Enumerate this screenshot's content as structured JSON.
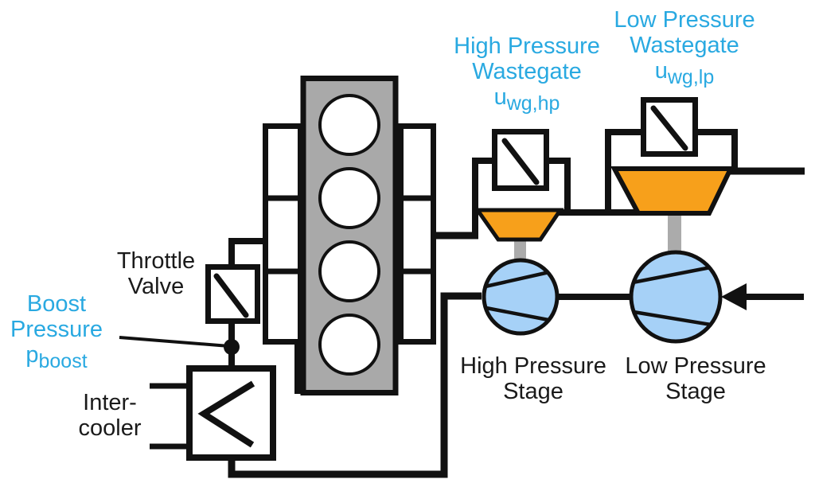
{
  "labels": {
    "throttle_valve": {
      "line1": "Throttle",
      "line2": "Valve"
    },
    "boost_pressure": {
      "line1": "Boost",
      "line2": "Pressure",
      "sym": "p",
      "sub": "boost"
    },
    "intercooler": {
      "line1": "Inter-",
      "line2": "cooler"
    },
    "hp_wastegate": {
      "line1": "High Pressure",
      "line2": "Wastegate",
      "sym": "u",
      "sub": "wg,hp"
    },
    "lp_wastegate": {
      "line1": "Low Pressure",
      "line2": "Wastegate",
      "sym": "u",
      "sub": "wg,lp"
    },
    "hp_stage": {
      "line1": "High Pressure",
      "line2": "Stage"
    },
    "lp_stage": {
      "line1": "Low Pressure",
      "line2": "Stage"
    }
  },
  "colors": {
    "accent_text": "#29A9E1",
    "turbine_fill": "#F7A01B",
    "compressor_fill": "#A6D1F7",
    "engine_fill": "#A9A9A9",
    "shaft_fill": "#ABABAB",
    "cylinder_fill": "#FFFFFF",
    "line": "#111111"
  }
}
